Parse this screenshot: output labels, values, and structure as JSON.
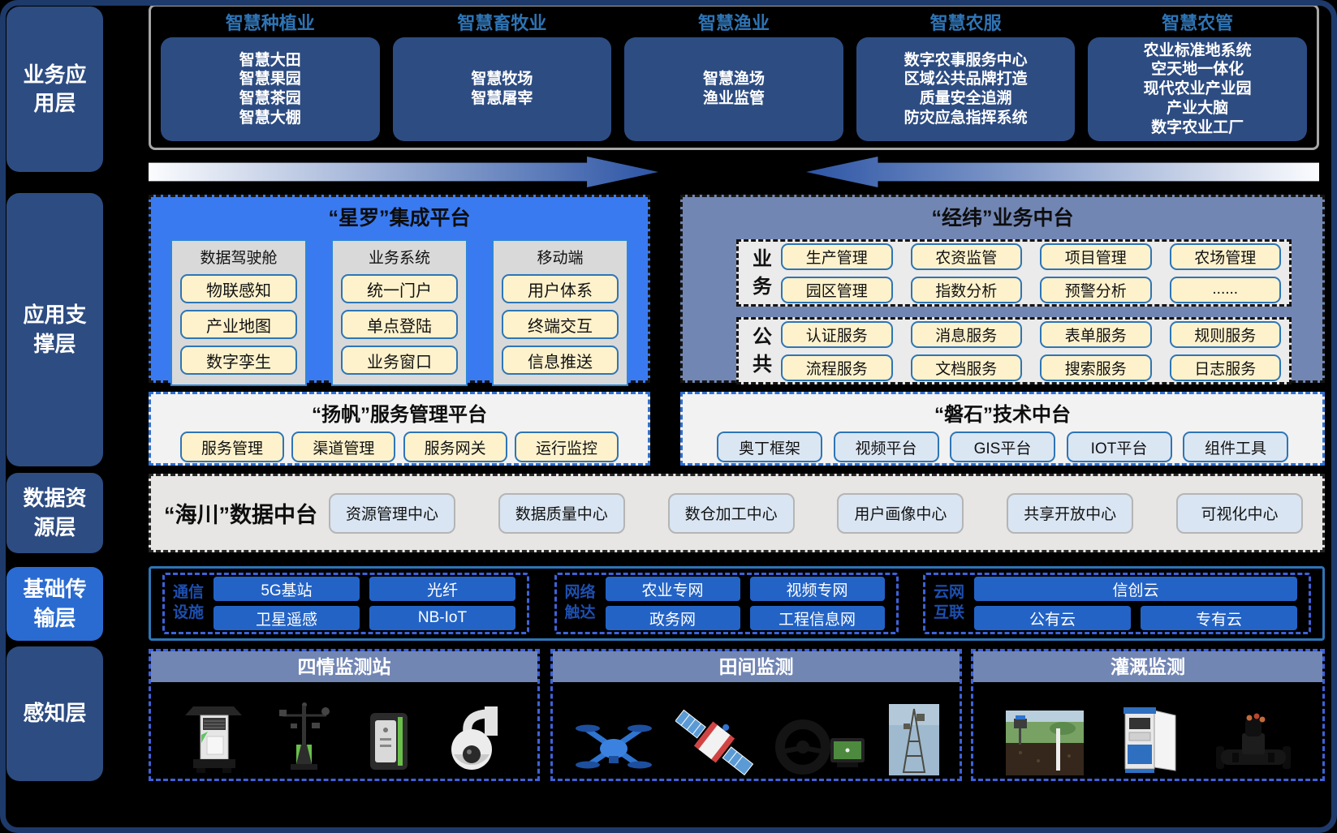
{
  "sidebar": {
    "layers": [
      {
        "label": "业务应用层"
      },
      {
        "label": "应用支撑层"
      },
      {
        "label": "数据资源层"
      },
      {
        "label": "基础传输层"
      },
      {
        "label": "感知层"
      }
    ]
  },
  "top_band": {
    "columns": [
      {
        "title": "智慧种植业",
        "items": [
          "智慧大田",
          "智慧果园",
          "智慧茶园",
          "智慧大棚"
        ]
      },
      {
        "title": "智慧畜牧业",
        "items": [
          "智慧牧场",
          "智慧屠宰"
        ]
      },
      {
        "title": "智慧渔业",
        "items": [
          "智慧渔场",
          "渔业监管"
        ]
      },
      {
        "title": "智慧农服",
        "items": [
          "数字农事服务中心",
          "区域公共品牌打造",
          "质量安全追溯",
          "防灾应急指挥系统"
        ]
      },
      {
        "title": "智慧农管",
        "items": [
          "农业标准地系统",
          "空天地一体化",
          "现代农业产业园",
          "产业大脑",
          "数字农业工厂"
        ]
      }
    ]
  },
  "support_layer": {
    "integration_platform": {
      "title": "“星罗”集成平台",
      "groups": [
        {
          "title": "数据驾驶舱",
          "items": [
            "物联感知",
            "产业地图",
            "数字孪生"
          ]
        },
        {
          "title": "业务系统",
          "items": [
            "统一门户",
            "单点登陆",
            "业务窗口"
          ]
        },
        {
          "title": "移动端",
          "items": [
            "用户体系",
            "终端交互",
            "信息推送"
          ]
        }
      ]
    },
    "business_platform": {
      "title": "“经纬”业务中台",
      "sections": [
        {
          "label": "业务",
          "items": [
            "生产管理",
            "农资监管",
            "项目管理",
            "农场管理",
            "园区管理",
            "指数分析",
            "预警分析",
            "......"
          ]
        },
        {
          "label": "公共",
          "items": [
            "认证服务",
            "消息服务",
            "表单服务",
            "规则服务",
            "流程服务",
            "文档服务",
            "搜索服务",
            "日志服务"
          ]
        }
      ]
    },
    "service_platform": {
      "title": "“扬帆”服务管理平台",
      "items": [
        "服务管理",
        "渠道管理",
        "服务网关",
        "运行监控"
      ]
    },
    "tech_platform": {
      "title": "“磐石”技术中台",
      "items": [
        "奥丁框架",
        "视频平台",
        "GIS平台",
        "IOT平台",
        "组件工具"
      ]
    }
  },
  "data_layer": {
    "title": "“海川”数据中台",
    "items": [
      "资源管理中心",
      "数据质量中心",
      "数仓加工中心",
      "用户画像中心",
      "共享开放中心",
      "可视化中心"
    ]
  },
  "transmission_layer": {
    "groups": [
      {
        "label": "通信设施",
        "rows": [
          [
            "5G基站",
            "光纤"
          ],
          [
            "卫星遥感",
            "NB-IoT"
          ]
        ]
      },
      {
        "label": "网络触达",
        "rows": [
          [
            "农业专网",
            "视频专网"
          ],
          [
            "政务网",
            "工程信息网"
          ]
        ]
      },
      {
        "label": "云网互联",
        "rows": [
          [
            "信创云"
          ],
          [
            "公有云",
            "专有云"
          ]
        ]
      }
    ]
  },
  "perception_layer": {
    "panels": [
      {
        "title": "四情监测站",
        "devices": [
          "monitoring-station-icon",
          "weather-station-icon",
          "sensor-cabinet-icon",
          "dome-camera-icon"
        ]
      },
      {
        "title": "田间监测",
        "devices": [
          "drone-icon",
          "satellite-icon",
          "auto-steering-icon",
          "field-tower-icon"
        ]
      },
      {
        "title": "灌溉监测",
        "devices": [
          "soil-moisture-icon",
          "irrigation-cabinet-icon",
          "solenoid-valve-icon"
        ]
      }
    ]
  },
  "colors": {
    "navy_box": "#2d4c82",
    "bright_blue_panel": "#3a7af0",
    "slate_blue_panel": "#7286b4",
    "cream_item": "#fdf2cc",
    "item_border_blue": "#2e75b6",
    "light_blue_item": "#dbe6f3",
    "data_item": "#d9e5f2",
    "transmission_button": "#2363c6",
    "column_title_blue": "#2e74b5",
    "transmission_sidebar": "#2a6bd2",
    "arrow_gradient_blue": "#2d55a5"
  }
}
